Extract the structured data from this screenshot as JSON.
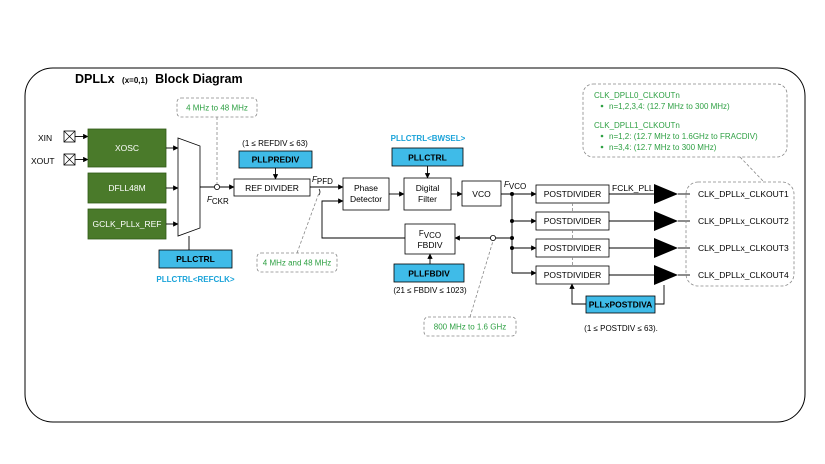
{
  "diagram": {
    "title_main": "DPLLx",
    "title_sub": "(x=0,1)",
    "title_end": "Block Diagram",
    "inputs": {
      "xin": "XIN",
      "xout": "XOUT"
    },
    "sources": {
      "xosc": "XOSC",
      "dfll": "DFLL48M",
      "gclk": "GCLK_PLLx_REF"
    },
    "pllctrl_box": "PLLCTRL",
    "pllctrl_refclk": "PLLCTRL<REFCLK>",
    "fckr_label": "F",
    "fckr_sub": "CKR",
    "note_fckr": "4 MHz to 48 MHz",
    "refdiv_range": "(1 ≤ REFDIV  ≤ 63)",
    "pllprediv": "PLLPREDIV",
    "ref_divider": "REF DIVIDER",
    "fpfd_label": "F",
    "fpfd_sub": "PFD",
    "note_fpfd": "4 MHz and 48 MHz",
    "phase_detector_1": "Phase",
    "phase_detector_2": "Detector",
    "pllctrl_bwsel": "PLLCTRL<BWSEL>",
    "pllctrl_box2": "PLLCTRL",
    "digital_filter_1": "Digital",
    "digital_filter_2": "Filter",
    "vco": "VCO",
    "fvco_label": "F",
    "fvco_sub": "VCO",
    "fbdiv_f": "F",
    "fbdiv_sub": "VCO",
    "fbdiv": "FBDIV",
    "pllfbdiv": "PLLFBDIV",
    "fbdiv_range": "(21 ≤ FBDIV ≤ 1023)",
    "note_fvco": "800 MHz to 1.6 GHz",
    "postdividers": [
      "POSTDIVIDER",
      "POSTDIVIDER",
      "POSTDIVIDER",
      "POSTDIVIDER"
    ],
    "fclk_pll": "FCLK_PLL",
    "outputs": [
      "CLK_DPLLx_CLKOUT1",
      "CLK_DPLLx_CLKOUT2",
      "CLK_DPLLx_CLKOUT3",
      "CLK_DPLLx_CLKOUT4"
    ],
    "pllxpostdiva": "PLLxPOSTDIVA",
    "postdiv_range": "(1 ≤ POSTDIV  ≤ 63).",
    "clk_note": {
      "dpll0_title": "CLK_DPLL0_CLKOUTn",
      "dpll0_item": "n=1,2,3,4: (12.7 MHz to 300 MHz)",
      "dpll1_title": "CLK_DPLL1_CLKOUTn",
      "dpll1_item1": "n=1,2: (12.7 MHz to 1.6GHz to FRACDIV)",
      "dpll1_item2": "n=3,4: (12.7 MHz to 300 MHz)"
    }
  }
}
